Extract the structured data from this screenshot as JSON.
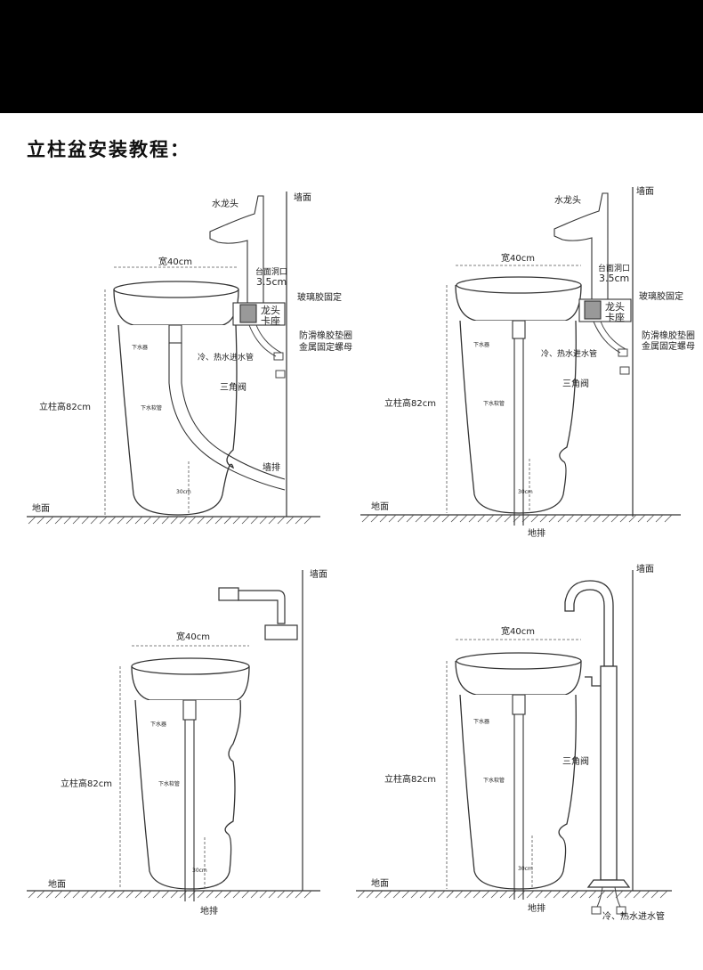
{
  "page": {
    "title": "立柱盆安装教程："
  },
  "colors": {
    "band": "#000000",
    "line": "#333333",
    "text": "#222222"
  },
  "panels": [
    {
      "id": "wall-drain",
      "width_label": "宽40cm",
      "height_label": "立柱高82cm",
      "hole_label": "台面洞口",
      "hole_size": "3.5cm",
      "faucet_label": "水龙头",
      "wall_label": "墙面",
      "floor_label": "地面",
      "glue_label": "玻璃胶固定",
      "seat_label_1": "龙头",
      "seat_label_2": "卡座",
      "gasket_label": "防滑橡胶垫圈",
      "nut_label": "金属固定螺母",
      "supply_label": "冷、热水进水管",
      "valve_label": "三角阀",
      "drain_device_label": "下水器",
      "hose_label": "下水软管",
      "drain_label": "墙排",
      "depth_label": "30cm"
    },
    {
      "id": "floor-drain",
      "width_label": "宽40cm",
      "height_label": "立柱高82cm",
      "hole_label": "台面洞口",
      "hole_size": "3.5cm",
      "faucet_label": "水龙头",
      "wall_label": "墙面",
      "floor_label": "地面",
      "glue_label": "玻璃胶固定",
      "seat_label_1": "龙头",
      "seat_label_2": "卡座",
      "gasket_label": "防滑橡胶垫圈",
      "nut_label": "金属固定螺母",
      "supply_label": "冷、热水进水管",
      "valve_label": "三角阀",
      "drain_device_label": "下水器",
      "hose_label": "下水软管",
      "drain_label": "地排",
      "depth_label": "30cm"
    },
    {
      "id": "wall-faucet",
      "width_label": "宽40cm",
      "height_label": "立柱高82cm",
      "wall_label": "墙面",
      "floor_label": "地面",
      "drain_device_label": "下水器",
      "hose_label": "下水软管",
      "drain_label": "地排",
      "depth_label": "30cm"
    },
    {
      "id": "floor-faucet",
      "width_label": "宽40cm",
      "height_label": "立柱高82cm",
      "wall_label": "墙面",
      "floor_label": "地面",
      "valve_label": "三角阀",
      "drain_device_label": "下水器",
      "hose_label": "下水软管",
      "drain_label": "地排",
      "depth_label": "30cm",
      "supply_label": "冷、热水进水管"
    }
  ]
}
